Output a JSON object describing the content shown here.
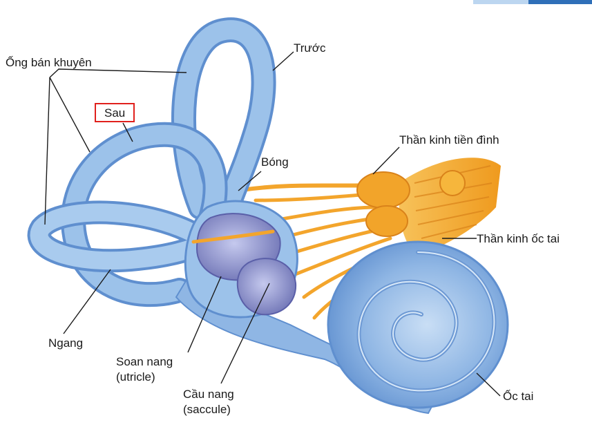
{
  "labels": {
    "semicircular_canals": "Ống bán khuyên",
    "posterior": "Sau",
    "anterior": "Trước",
    "vestibular_nerve": "Thần kinh tiền đình",
    "ampulla": "Bóng",
    "cochlear_nerve": "Thần kinh ốc tai",
    "horizontal": "Ngang",
    "utricle": "Soan nang",
    "utricle_en": "(utricle)",
    "saccule": "Cầu nang",
    "saccule_en": "(saccule)",
    "cochlea": "Ốc tai"
  },
  "colors": {
    "labyrinth": "#9cc2ea",
    "labyrinth_dark": "#5f8fcf",
    "nerve": "#f3a52c",
    "vestibule": "#8e93cf",
    "highlight_box": "#e0201c",
    "corner_bar": "#2f6fb8"
  }
}
